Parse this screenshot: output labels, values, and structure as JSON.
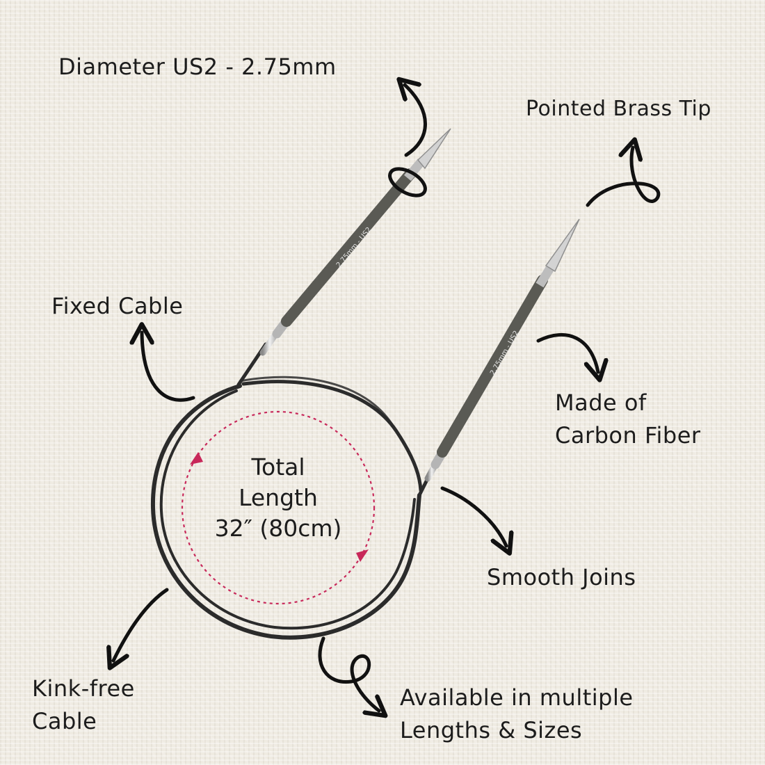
{
  "labels": {
    "diameter": "Diameter US2 - 2.75mm",
    "pointed_tip": "Pointed Brass Tip",
    "fixed_cable": "Fixed Cable",
    "carbon_fiber": [
      "Made of",
      "Carbon Fiber"
    ],
    "smooth_joins": "Smooth Joins",
    "kink_free": [
      "Kink-free",
      "Cable"
    ],
    "available": [
      "Available in multiple",
      "Lengths & Sizes"
    ]
  },
  "total_length": [
    "Total",
    "Length",
    "32″ (80cm)"
  ],
  "needle_imprint": "2.75mm - US2",
  "colors": {
    "text": "#1c1c1c",
    "background": "#efebe2",
    "cable": "#2b2b2b",
    "needle_shaft": "#5a5a54",
    "tip_metal": "#c9c9c9",
    "dashed_circle": "#c8285a"
  },
  "icons": [
    "curved-arrow-icon",
    "loop-arrow-icon"
  ]
}
